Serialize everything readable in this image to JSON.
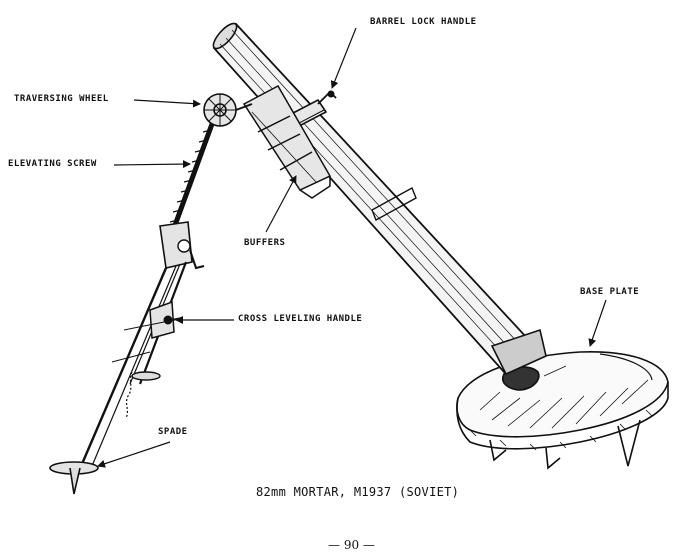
{
  "labels": {
    "barrel_lock_handle": "BARREL LOCK HANDLE",
    "traversing_wheel": "TRAVERSING WHEEL",
    "elevating_screw": "ELEVATING SCREW",
    "buffers": "BUFFERS",
    "base_plate": "BASE PLATE",
    "cross_leveling_handle": "CROSS LEVELING HANDLE",
    "spade": "SPADE"
  },
  "caption": "82mm MORTAR, M1937 (SOVIET)",
  "page_number": "— 90 —"
}
